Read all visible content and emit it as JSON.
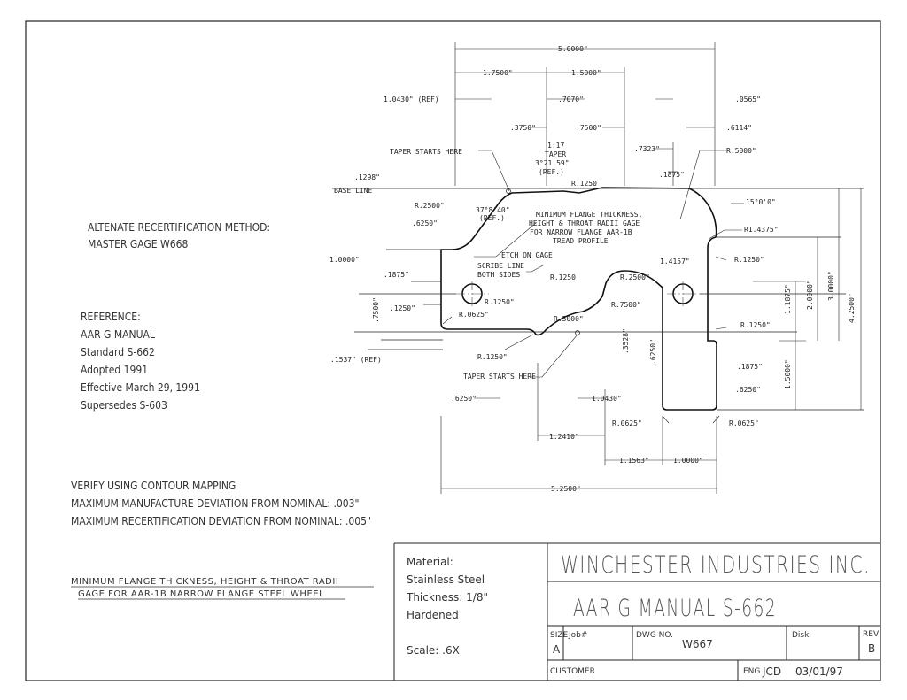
{
  "notes": {
    "alternate": [
      "ALTENATE RECERTIFICATION METHOD:",
      "MASTER GAGE W668"
    ],
    "reference": [
      "REFERENCE:",
      "AAR G MANUAL",
      "Standard S-662",
      "Adopted 1991",
      "Effective March 29, 1991",
      "Supersedes S-603"
    ],
    "verify": [
      "VERIFY USING CONTOUR MAPPING",
      "MAXIMUM MANUFACTURE DEVIATION FROM NOMINAL: .003\"",
      "MAXIMUM RECERTIFICATION DEVIATION FROM NOMINAL: .005\""
    ],
    "title": [
      "MINIMUM FLANGE THICKNESS, HEIGHT & THROAT RADII",
      "GAGE FOR AAR-1B NARROW FLANGE STEEL WHEEL"
    ]
  },
  "drawing": {
    "center_text": [
      "MINIMUM FLANGE THICKNESS,",
      "HEIGHT & THROAT RADII GAGE",
      "FOR NARROW FLANGE AAR-1B",
      "TREAD PROFILE"
    ],
    "labels": {
      "base_line": "BASE LINE",
      "taper_top": "TAPER STARTS HERE",
      "taper_bottom": "TAPER STARTS HERE",
      "taper_note": [
        "1:17",
        "TAPER",
        "3°21'59\"",
        "(REF.)"
      ],
      "angle_ref": [
        "37°8'40\"",
        "(REF.)"
      ],
      "etch": "ETCH ON GAGE",
      "scribe": [
        "SCRIBE LINE",
        "BOTH SIDES"
      ],
      "angle_15": "15°0'0\""
    },
    "dims": {
      "d5000": "5.0000\"",
      "d1750": "1.7500\"",
      "d1500": "1.5000\"",
      "d1043ref": "1.0430\" (REF)",
      "d0707": ".7070\"",
      "d0565": ".0565\"",
      "d0375": ".3750\"",
      "d0750": ".7500\"",
      "d6114": ".6114\"",
      "d7323": ".7323\"",
      "dR5000": "R.5000\"",
      "d1875top": ".1875\"",
      "dR1250top": "R.1250",
      "d1298": ".1298\"",
      "dR2500a": "R.2500\"",
      "d6250l": ".6250\"",
      "dR14375": "R1.4375\"",
      "d10000": "1.0000\"",
      "d14157": "1.4157\"",
      "dR1250r": "R.1250\"",
      "d1875l": ".1875\"",
      "dR1250m": "R.1250",
      "dR2500b": "R.2500\"",
      "d11875": "1.1875\"",
      "d20000": "2.0000\"",
      "d30000": "3.0000\"",
      "d42500": "4.2500\"",
      "dR1250c": "R.1250\"",
      "d1250": ".1250\"",
      "dR7500": "R.7500\"",
      "d7500v": ".7500\"",
      "dR0625a": "R.0625\"",
      "dR5000b": "R.5000\"",
      "dR1250d": "R.1250\"",
      "d3528": ".3528\"",
      "d6250v": ".6250\"",
      "d1537ref": ".1537\" (REF)",
      "dR1250e": "R.1250\"",
      "d15000": "1.5000\"",
      "d1875r": ".1875\"",
      "d6250r": ".6250\"",
      "d6250b": ".6250\"",
      "d10430": "1.0430\"",
      "dR0625b": "R.0625\"",
      "dR0625c": "R.0625\"",
      "d12410": "1.2410\"",
      "d11563": "1.1563\"",
      "d10000b": "1.0000\"",
      "d52500": "5.2500\""
    }
  },
  "title_block": {
    "material_label": "Material:",
    "material": "Stainless Steel",
    "thickness": "Thickness: 1/8\"",
    "hardened": "Hardened",
    "scale": "Scale: .6X",
    "company": "WINCHESTER INDUSTRIES INC.",
    "drawing_title": "AAR G MANUAL S-662",
    "size_label": "SIZE",
    "size": "A",
    "job_label": "Job#",
    "dwg_label": "DWG NO.",
    "dwg_no": "W667",
    "disk_label": "Disk",
    "rev_label": "REV",
    "rev": "B",
    "customer_label": "CUSTOMER",
    "eng_label": "ENG",
    "eng": "JCD",
    "date": "03/01/97"
  }
}
